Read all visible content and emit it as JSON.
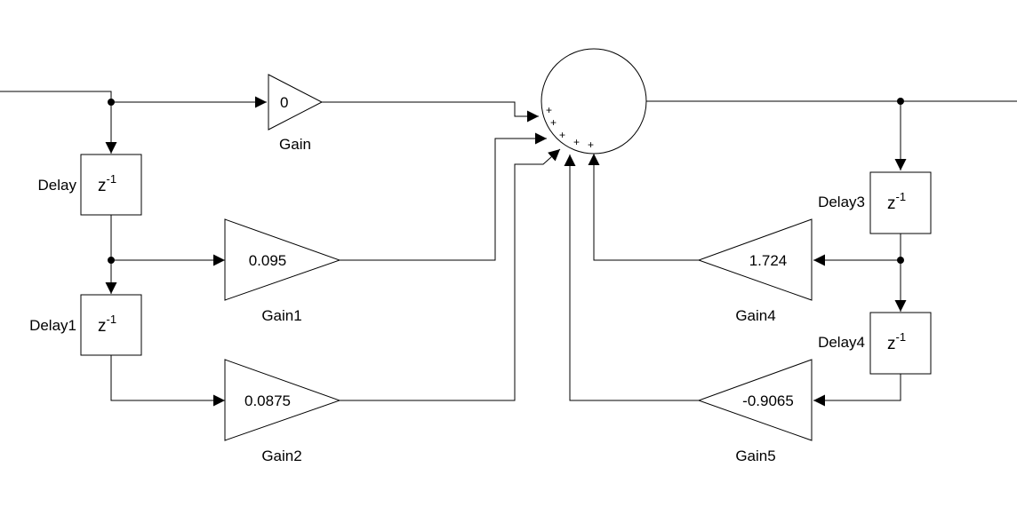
{
  "blocks": {
    "gain": {
      "label": "Gain",
      "value": "0"
    },
    "gain1": {
      "label": "Gain1",
      "value": "0.095"
    },
    "gain2": {
      "label": "Gain2",
      "value": "0.0875"
    },
    "gain4": {
      "label": "Gain4",
      "value": "1.724"
    },
    "gain5": {
      "label": "Gain5",
      "value": "-0.9065"
    },
    "delay": {
      "label": "Delay",
      "symbol": "z",
      "exponent": "-1"
    },
    "delay1": {
      "label": "Delay1",
      "symbol": "z",
      "exponent": "-1"
    },
    "delay3": {
      "label": "Delay3",
      "symbol": "z",
      "exponent": "-1"
    },
    "delay4": {
      "label": "Delay4",
      "symbol": "z",
      "exponent": "-1"
    }
  },
  "sum": {
    "signs": [
      "+",
      "+",
      "+",
      "+",
      "+"
    ]
  }
}
